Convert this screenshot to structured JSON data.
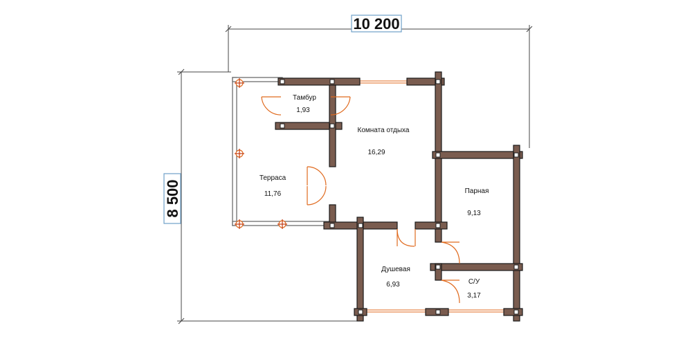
{
  "dimensions": {
    "width": "10 200",
    "height": "8 500"
  },
  "rooms": {
    "tambur": {
      "name": "Тамбур",
      "area": "1,93"
    },
    "komnata": {
      "name": "Комната отдыха",
      "area": "16,29"
    },
    "terrasa": {
      "name": "Терраса",
      "area": "11,76"
    },
    "parnaya": {
      "name": "Парная",
      "area": "9,13"
    },
    "dushevaya": {
      "name": "Душевая",
      "area": "6,93"
    },
    "su": {
      "name": "С/У",
      "area": "3,17"
    }
  },
  "colors": {
    "wall": "#7a5c4f",
    "door": "#e06a1e",
    "dimension_box": "#6fa0c8"
  }
}
